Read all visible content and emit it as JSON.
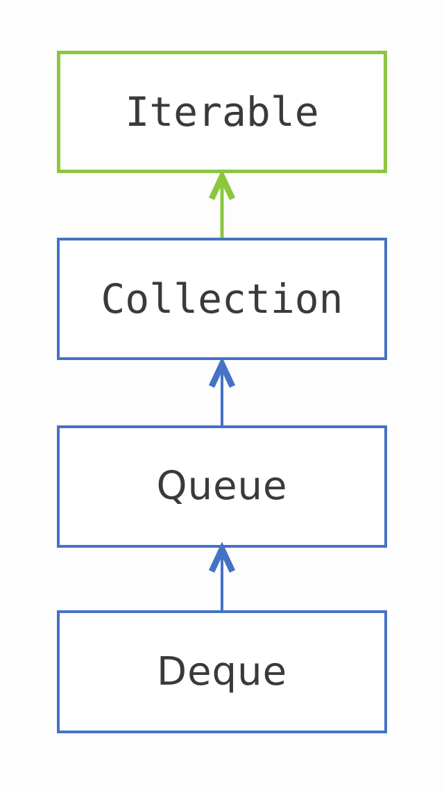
{
  "diagram": {
    "title": "Iterable Collection Queue Deque inheritance hierarchy",
    "type": "class-inheritance-hierarchy",
    "background_color": "#fdfdfd",
    "text_color": "#3a3a3a",
    "accent_green": "#8cc63f",
    "accent_blue": "#4472c4",
    "nodes": [
      {
        "id": "iterable",
        "label": "Iterable",
        "border_color": "#8cc63f",
        "fill_color": "#ffffff",
        "font": "monospace",
        "level": 1
      },
      {
        "id": "collection",
        "label": "Collection",
        "border_color": "#4472c4",
        "fill_color": "#ffffff",
        "font": "monospace",
        "level": 2
      },
      {
        "id": "queue",
        "label": "Queue",
        "border_color": "#4472c4",
        "fill_color": "#ffffff",
        "font": "sans-serif",
        "level": 3
      },
      {
        "id": "deque",
        "label": "Deque",
        "border_color": "#4472c4",
        "fill_color": "#ffffff",
        "font": "sans-serif",
        "level": 4
      }
    ],
    "edges": [
      {
        "id": "collection-to-iterable",
        "from": "collection",
        "to": "iterable",
        "color": "#8cc63f",
        "direction": "up",
        "arrowhead": "open-chevron"
      },
      {
        "id": "queue-to-collection",
        "from": "queue",
        "to": "collection",
        "color": "#4472c4",
        "direction": "up",
        "arrowhead": "open-chevron"
      },
      {
        "id": "deque-to-queue",
        "from": "deque",
        "to": "queue",
        "color": "#4472c4",
        "direction": "up",
        "arrowhead": "open-chevron"
      }
    ]
  }
}
